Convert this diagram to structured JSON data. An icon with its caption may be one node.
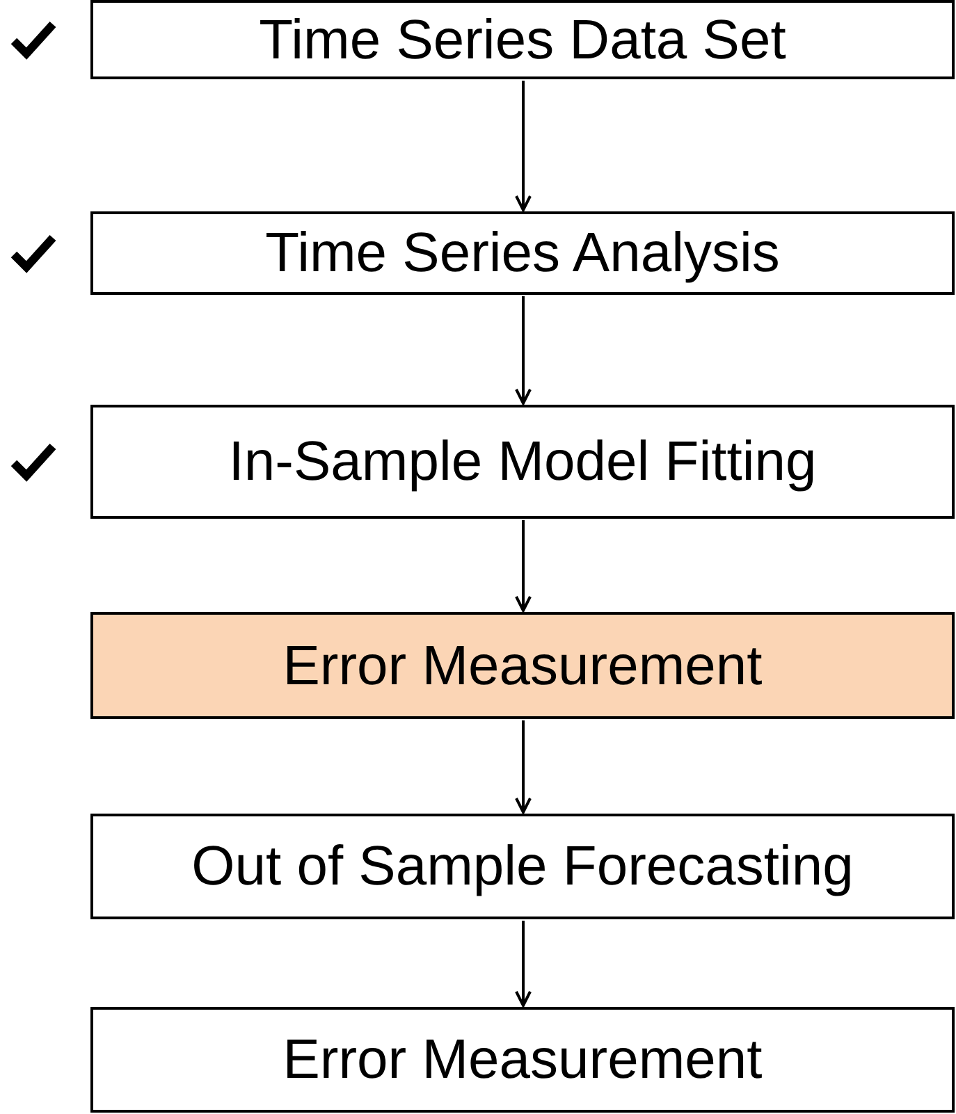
{
  "diagram": {
    "nodes": [
      {
        "text": [
          "Time Series Data Set"
        ]
      },
      {
        "text": [
          "Time Series Analysis"
        ]
      },
      {
        "text": [
          "In-Sample Model Fitting"
        ]
      },
      {
        "text": [
          "Error Measurement"
        ]
      },
      {
        "text": [
          "Out of Sample Forecasting"
        ]
      },
      {
        "text": [
          "Error Measurement"
        ]
      }
    ],
    "edges": [
      {
        "from": 0,
        "to": 1,
        "arrow": "to"
      },
      {
        "from": 1,
        "to": 2,
        "arrow": "to"
      },
      {
        "from": 2,
        "to": 3,
        "arrow": "to"
      },
      {
        "from": 3,
        "to": 4,
        "arrow": "to"
      },
      {
        "from": 4,
        "to": 5,
        "arrow": "to"
      }
    ]
  }
}
